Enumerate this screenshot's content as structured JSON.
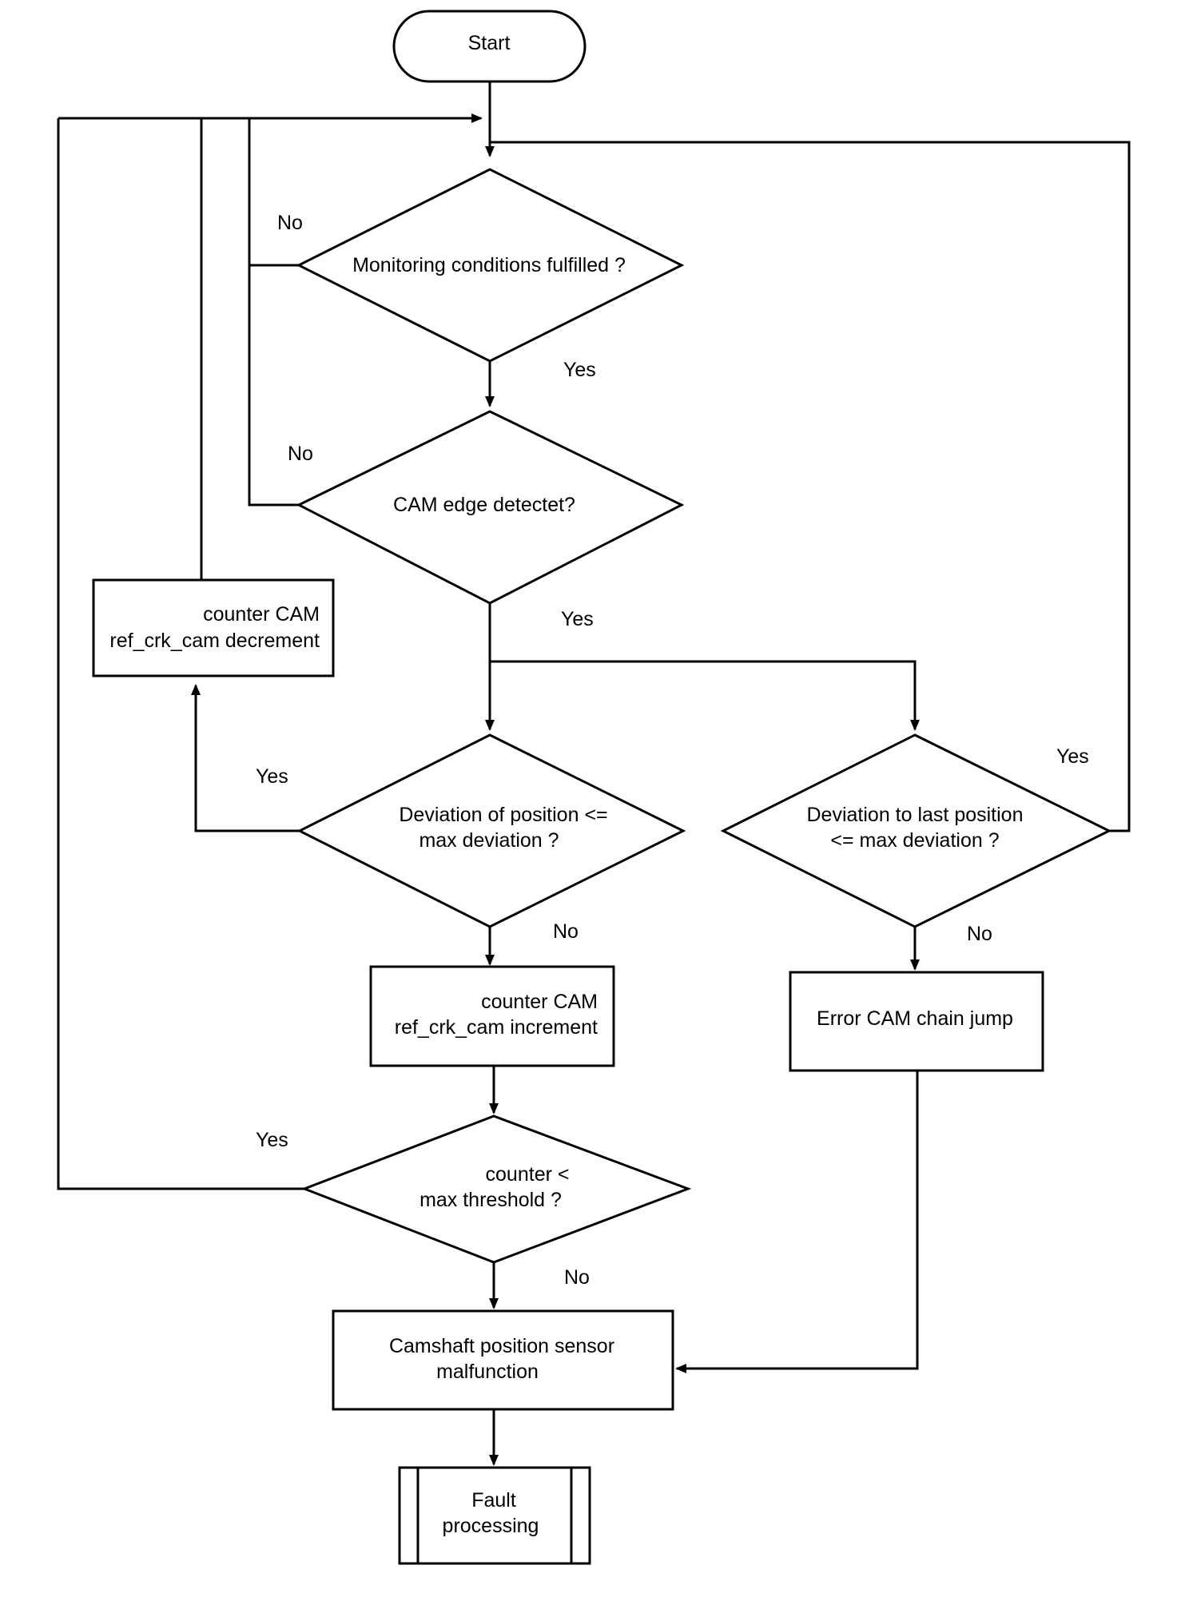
{
  "start": "Start",
  "monitoring": "Monitoring conditions fulfilled ?",
  "cam_edge": "CAM edge detectet?",
  "decrement": [
    "counter CAM",
    "ref_crk_cam decrement"
  ],
  "deviation_position": [
    "Deviation of position <=",
    "max deviation ?"
  ],
  "deviation_last": [
    "Deviation to last position",
    "<= max deviation ?"
  ],
  "increment": [
    "counter CAM",
    "ref_crk_cam increment"
  ],
  "error_chain": "Error CAM chain jump",
  "counter_check": [
    "counter <",
    "max threshold ?"
  ],
  "malfunction": [
    "Camshaft position sensor",
    "malfunction"
  ],
  "fault": [
    "Fault",
    "processing"
  ],
  "branch_yes": "Yes",
  "branch_no": "No"
}
